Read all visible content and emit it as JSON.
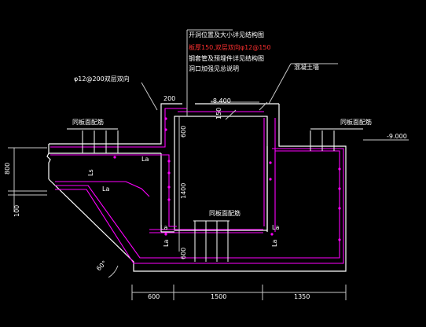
{
  "notes": {
    "line1": "开洞位置及大小详见结构图",
    "line2": "板厚150,双层双向φ12@150",
    "line3": "钢套管及预埋件详见结构图",
    "line4": "洞口加强见总说明"
  },
  "labels": {
    "rebar": "φ12@200双层双向",
    "concrete": "混凝土墙",
    "floor_slab_left": "同板面配筋",
    "floor_slab_right": "同板面配筋",
    "bottom_slab": "同板面配筋",
    "elev_top": "-8.400",
    "elev_right": "-9.000",
    "la1": "La",
    "la2": "La",
    "la3": "La",
    "la4": "La",
    "la5": "La",
    "la6": "La",
    "ls": "Ls",
    "angle": "60°"
  },
  "dims": {
    "d200": "200",
    "d150": "150",
    "d600_top": "600",
    "d1400": "1400",
    "d600_bot": "600",
    "d800": "800",
    "d100": "100",
    "b600": "600",
    "b1500": "1500",
    "b1350": "1350"
  },
  "colors": {
    "background": "#000000",
    "outline": "#ffffff",
    "rebar": "#ff00ff",
    "text": "#ffffff",
    "red_text": "#ff3030",
    "dimension": "#c8c8c8"
  }
}
